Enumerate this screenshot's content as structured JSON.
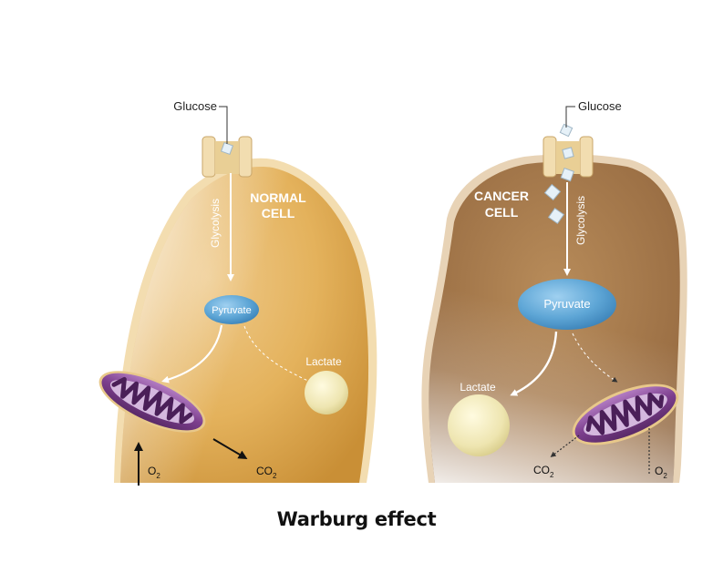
{
  "normal_cell": {
    "title_line1": "NORMAL",
    "title_line2": "CELL",
    "glucose": "Glucose",
    "glycolysis": "Glycolysis",
    "pyruvate": "Pyruvate",
    "lactate": "Lactate",
    "o2": {
      "base": "O",
      "sub": "2"
    },
    "co2": {
      "base": "CO",
      "sub": "2"
    }
  },
  "cancer_cell": {
    "title_line1": "CANCER",
    "title_line2": "CELL",
    "glucose": "Glucose",
    "glycolysis": "Glycolysis",
    "pyruvate": "Pyruvate",
    "lactate": "Lactate",
    "o2": {
      "base": "O",
      "sub": "2"
    },
    "co2": {
      "base": "CO",
      "sub": "2"
    }
  },
  "footer": {
    "title": "Warburg effect"
  },
  "colors": {
    "normal_cell": "#e8b560",
    "cancer_cell": "#a67a4c",
    "pyruvate": "#5fa8d8",
    "mitochondrion": "#7d3f8e",
    "lactate": "#efe7b5"
  }
}
